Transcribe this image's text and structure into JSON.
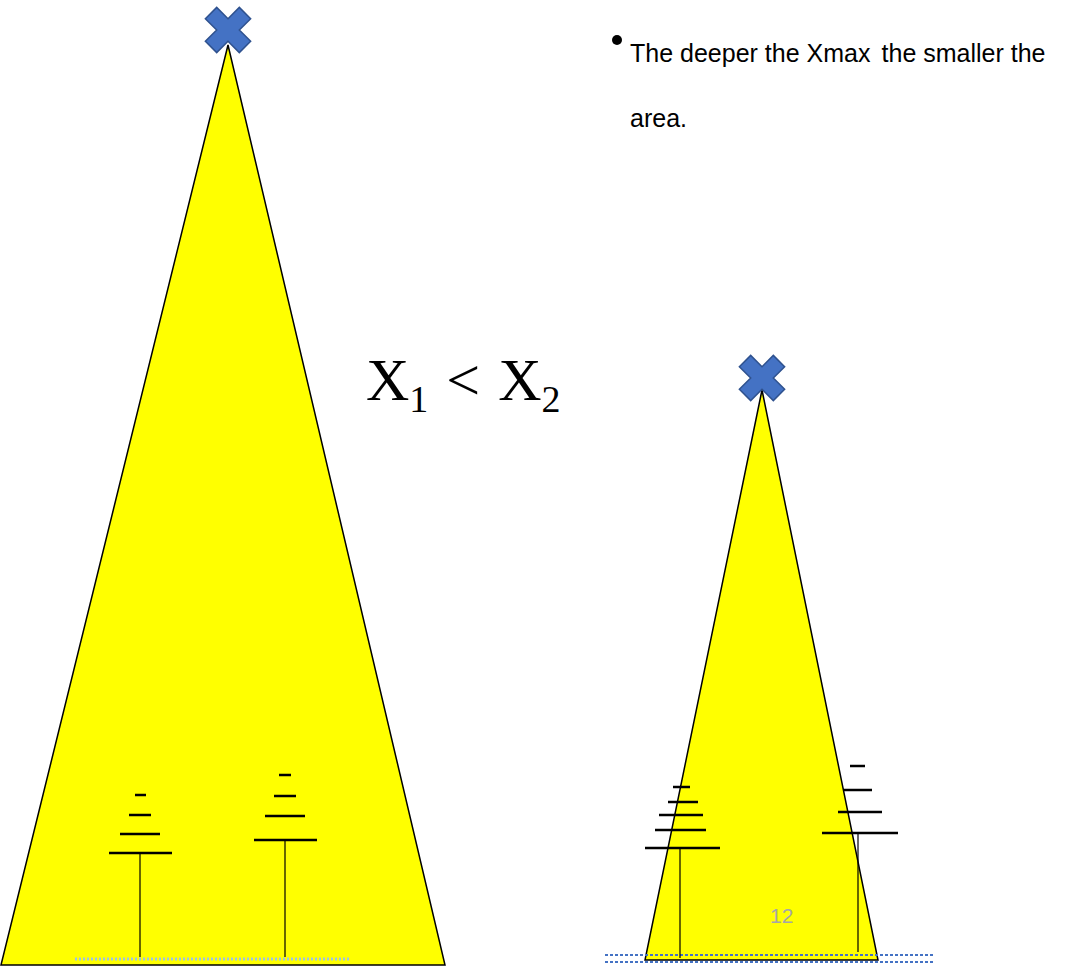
{
  "diagram": {
    "labels": [
      "The deeper the X",
      "max",
      "the smaller the area.",
      "X",
      "1",
      "<",
      "X",
      "2",
      "12"
    ]
  }
}
